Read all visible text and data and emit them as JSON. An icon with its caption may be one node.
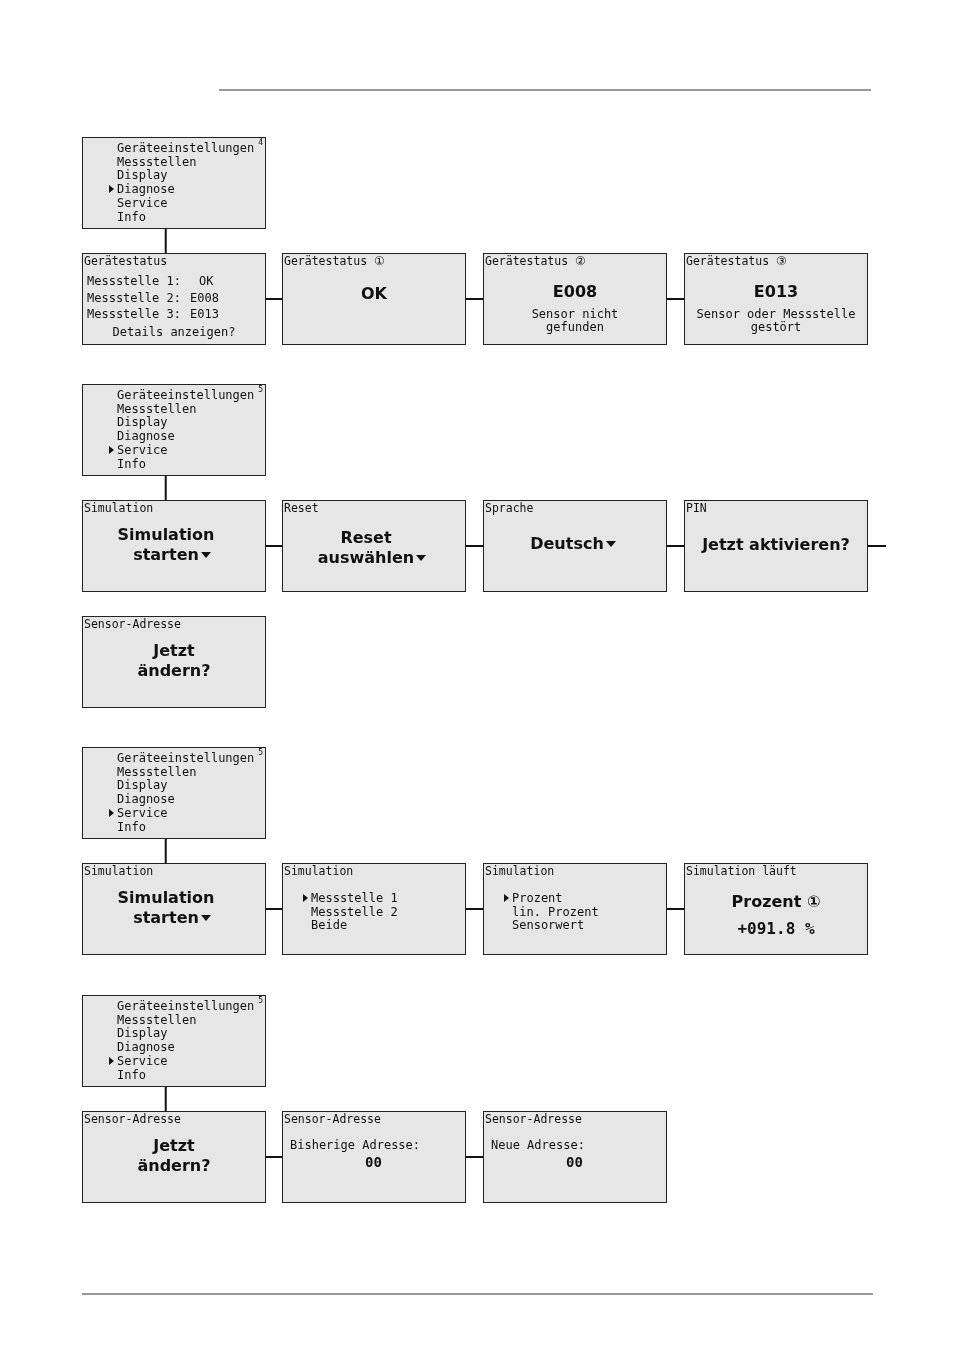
{
  "diagram": {
    "nodes": [
      {
        "text": [
          "Geräteeinstellungen",
          "Messstellen",
          "Display",
          "Diagnose",
          "Service",
          "Info",
          "4"
        ]
      },
      {
        "text": [
          "Gerätestatus",
          "Messstelle 1:",
          "OK",
          "Messstelle 2:",
          "E008",
          "Messstelle 3:",
          "E013",
          "Details anzeigen?"
        ]
      },
      {
        "text": [
          "Gerätestatus ①",
          "OK"
        ]
      },
      {
        "text": [
          "Gerätestatus ②",
          "E008",
          "Sensor nicht gefunden"
        ]
      },
      {
        "text": [
          "Gerätestatus ③",
          "E013",
          "Sensor oder Messstelle gestört"
        ]
      },
      {
        "text": [
          "Geräteeinstellungen",
          "Messstellen",
          "Display",
          "Diagnose",
          "Service",
          "Info",
          "5"
        ]
      },
      {
        "text": [
          "Simulation",
          "Simulation starten"
        ]
      },
      {
        "text": [
          "Reset",
          "Reset auswählen"
        ]
      },
      {
        "text": [
          "Sprache",
          "Deutsch"
        ]
      },
      {
        "text": [
          "PIN",
          "Jetzt aktivieren?"
        ]
      },
      {
        "text": [
          "Sensor-Adresse",
          "Jetzt ändern?"
        ]
      },
      {
        "text": [
          "Geräteeinstellungen",
          "Messstellen",
          "Display",
          "Diagnose",
          "Service",
          "Info",
          "5"
        ]
      },
      {
        "text": [
          "Simulation",
          "Simulation starten"
        ]
      },
      {
        "text": [
          "Simulation",
          "Messstelle 1",
          "Messstelle 2",
          "Beide"
        ]
      },
      {
        "text": [
          "Simulation",
          "Prozent",
          "lin. Prozent",
          "Sensorwert"
        ]
      },
      {
        "text": [
          "Simulation läuft",
          "Prozent ①",
          "+091.8 %"
        ]
      },
      {
        "text": [
          "Geräteeinstellungen",
          "Messstellen",
          "Display",
          "Diagnose",
          "Service",
          "Info",
          "5"
        ]
      },
      {
        "text": [
          "Sensor-Adresse",
          "Jetzt ändern?"
        ]
      },
      {
        "text": [
          "Sensor-Adresse",
          "Bisherige Adresse:",
          "00"
        ]
      },
      {
        "text": [
          "Sensor-Adresse",
          "Neue Adresse:",
          "00"
        ]
      }
    ],
    "edges": [
      {
        "from": 0,
        "to": 1,
        "arrow": "none"
      },
      {
        "from": 1,
        "to": 2,
        "arrow": "none"
      },
      {
        "from": 2,
        "to": 3,
        "arrow": "none"
      },
      {
        "from": 3,
        "to": 4,
        "arrow": "none"
      },
      {
        "from": 5,
        "to": 6,
        "arrow": "none"
      },
      {
        "from": 6,
        "to": 7,
        "arrow": "none"
      },
      {
        "from": 7,
        "to": 8,
        "arrow": "none"
      },
      {
        "from": 8,
        "to": 9,
        "arrow": "none"
      },
      {
        "from": 9,
        "to": null,
        "arrow": "none"
      },
      {
        "from": 11,
        "to": 12,
        "arrow": "none"
      },
      {
        "from": 12,
        "to": 13,
        "arrow": "none"
      },
      {
        "from": 13,
        "to": 14,
        "arrow": "none"
      },
      {
        "from": 14,
        "to": 15,
        "arrow": "none"
      },
      {
        "from": 16,
        "to": 17,
        "arrow": "none"
      },
      {
        "from": 17,
        "to": 18,
        "arrow": "none"
      },
      {
        "from": 18,
        "to": 19,
        "arrow": "none"
      }
    ]
  }
}
